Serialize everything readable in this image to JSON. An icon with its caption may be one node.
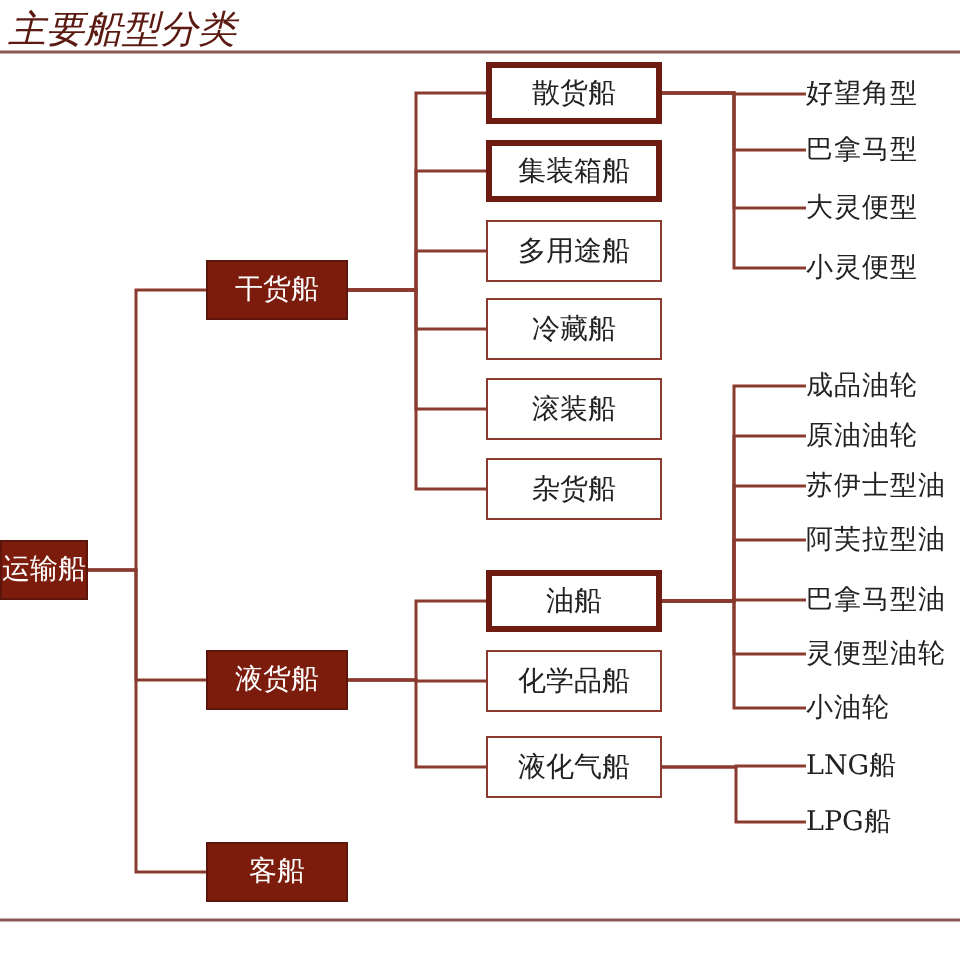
{
  "diagram": {
    "title": "主要船型分类",
    "nodes": [
      {
        "text": [
          "运输船"
        ]
      },
      {
        "text": [
          "干货船"
        ]
      },
      {
        "text": [
          "散货船"
        ]
      },
      {
        "text": [
          "集装箱船"
        ]
      },
      {
        "text": [
          "多用途船"
        ]
      },
      {
        "text": [
          "冷藏船"
        ]
      },
      {
        "text": [
          "滚装船"
        ]
      },
      {
        "text": [
          "杂货船"
        ]
      },
      {
        "text": [
          "液货船"
        ]
      },
      {
        "text": [
          "油船"
        ]
      },
      {
        "text": [
          "化学品船"
        ]
      },
      {
        "text": [
          "液化气船"
        ]
      },
      {
        "text": [
          "客船"
        ]
      },
      {
        "text": [
          "好望角型"
        ]
      },
      {
        "text": [
          "巴拿马型"
        ]
      },
      {
        "text": [
          "大灵便型"
        ]
      },
      {
        "text": [
          "小灵便型"
        ]
      },
      {
        "text": [
          "成品油轮"
        ]
      },
      {
        "text": [
          "原油油轮"
        ]
      },
      {
        "text": [
          "苏伊士型油"
        ]
      },
      {
        "text": [
          "阿芙拉型油"
        ]
      },
      {
        "text": [
          "巴拿马型油"
        ]
      },
      {
        "text": [
          "灵便型油轮"
        ]
      },
      {
        "text": [
          "小油轮"
        ]
      },
      {
        "text": [
          "LNG船"
        ]
      },
      {
        "text": [
          "LPG船"
        ]
      }
    ],
    "edges": [
      {
        "from": 0,
        "to": 1,
        "arrow": "none"
      },
      {
        "from": 0,
        "to": 8,
        "arrow": "none"
      },
      {
        "from": 0,
        "to": 12,
        "arrow": "none"
      },
      {
        "from": 1,
        "to": 2,
        "arrow": "none"
      },
      {
        "from": 1,
        "to": 3,
        "arrow": "none"
      },
      {
        "from": 1,
        "to": 4,
        "arrow": "none"
      },
      {
        "from": 1,
        "to": 5,
        "arrow": "none"
      },
      {
        "from": 1,
        "to": 6,
        "arrow": "none"
      },
      {
        "from": 1,
        "to": 7,
        "arrow": "none"
      },
      {
        "from": 8,
        "to": 9,
        "arrow": "none"
      },
      {
        "from": 8,
        "to": 10,
        "arrow": "none"
      },
      {
        "from": 8,
        "to": 11,
        "arrow": "none"
      },
      {
        "from": 2,
        "to": 13,
        "arrow": "none"
      },
      {
        "from": 2,
        "to": 14,
        "arrow": "none"
      },
      {
        "from": 2,
        "to": 15,
        "arrow": "none"
      },
      {
        "from": 2,
        "to": 16,
        "arrow": "none"
      },
      {
        "from": 9,
        "to": 17,
        "arrow": "none"
      },
      {
        "from": 9,
        "to": 18,
        "arrow": "none"
      },
      {
        "from": 9,
        "to": 19,
        "arrow": "none"
      },
      {
        "from": 9,
        "to": 20,
        "arrow": "none"
      },
      {
        "from": 9,
        "to": 21,
        "arrow": "none"
      },
      {
        "from": 9,
        "to": 22,
        "arrow": "none"
      },
      {
        "from": 9,
        "to": 23,
        "arrow": "none"
      },
      {
        "from": 11,
        "to": 24,
        "arrow": "none"
      },
      {
        "from": 11,
        "to": 25,
        "arrow": "none"
      }
    ]
  }
}
